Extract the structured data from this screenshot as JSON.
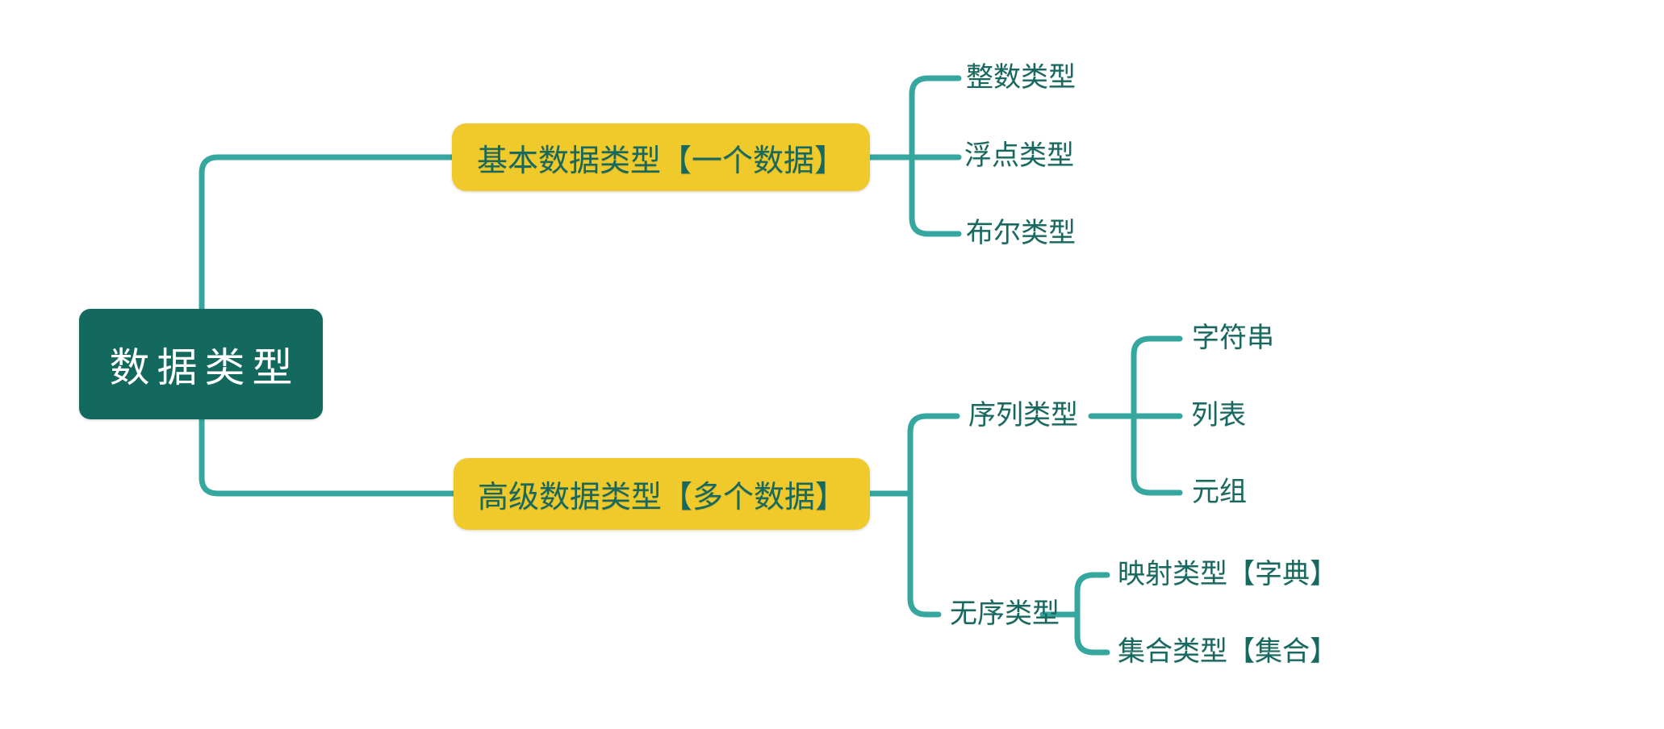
{
  "colors": {
    "canvas_bg": "#ffffff",
    "connector": "#35a79f",
    "root_fill": "#14695f",
    "root_text": "#ffffff",
    "branch_fill": "#f0ca2b",
    "branch_text": "#17685f",
    "leaf_text": "#17685f"
  },
  "mindmap": {
    "root": {
      "label": "数据类型"
    },
    "branches": [
      {
        "label": "基本数据类型【一个数据】",
        "children": [
          {
            "label": "整数类型"
          },
          {
            "label": "浮点类型"
          },
          {
            "label": "布尔类型"
          }
        ]
      },
      {
        "label": "高级数据类型【多个数据】",
        "children": [
          {
            "label": "序列类型",
            "children": [
              {
                "label": "字符串"
              },
              {
                "label": "列表"
              },
              {
                "label": "元组"
              }
            ]
          },
          {
            "label": "无序类型",
            "children": [
              {
                "label": "映射类型【字典】"
              },
              {
                "label": "集合类型【集合】"
              }
            ]
          }
        ]
      }
    ]
  }
}
